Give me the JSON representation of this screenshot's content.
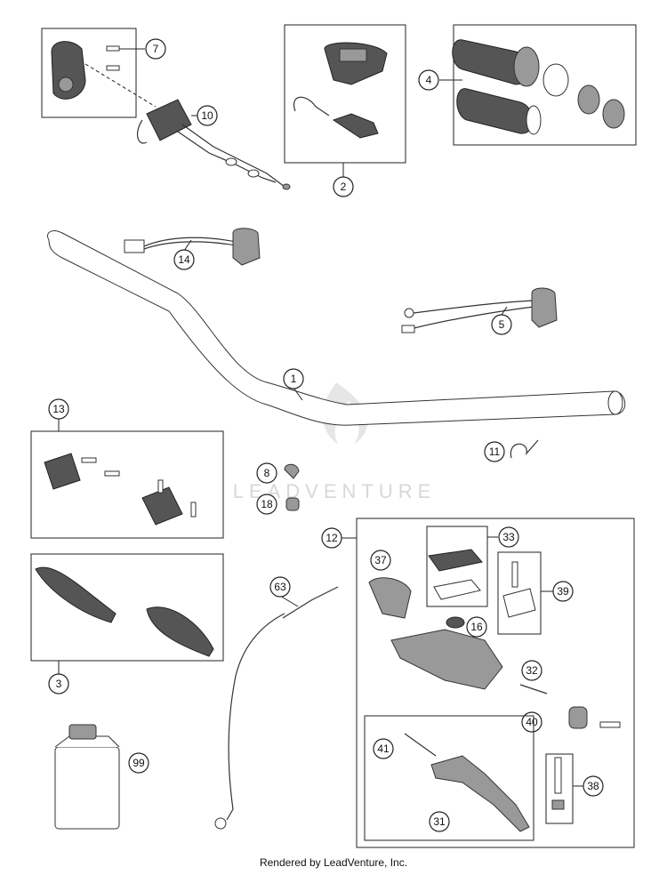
{
  "watermark": {
    "text": "LEADVENTURE"
  },
  "footer": {
    "text": "Rendered by LeadVenture, Inc."
  },
  "callouts": {
    "c1": "1",
    "c2": "2",
    "c3": "3",
    "c4": "4",
    "c5": "5",
    "c7": "7",
    "c8": "8",
    "c10": "10",
    "c11": "11",
    "c12": "12",
    "c13": "13",
    "c14": "14",
    "c16": "16",
    "c18": "18",
    "c31": "31",
    "c32": "32",
    "c33": "33",
    "c37": "37",
    "c38": "38",
    "c39": "39",
    "c40": "40",
    "c41": "41",
    "c63": "63",
    "c99": "99"
  },
  "icons": {
    "handlebar": "handlebar-icon",
    "grips": "grip-set-icon",
    "throttle": "throttle-housing-icon",
    "clutch_master": "clutch-master-cylinder-icon",
    "hand_guards": "hand-guard-icon",
    "oil_can": "hydraulic-oil-can-icon"
  }
}
